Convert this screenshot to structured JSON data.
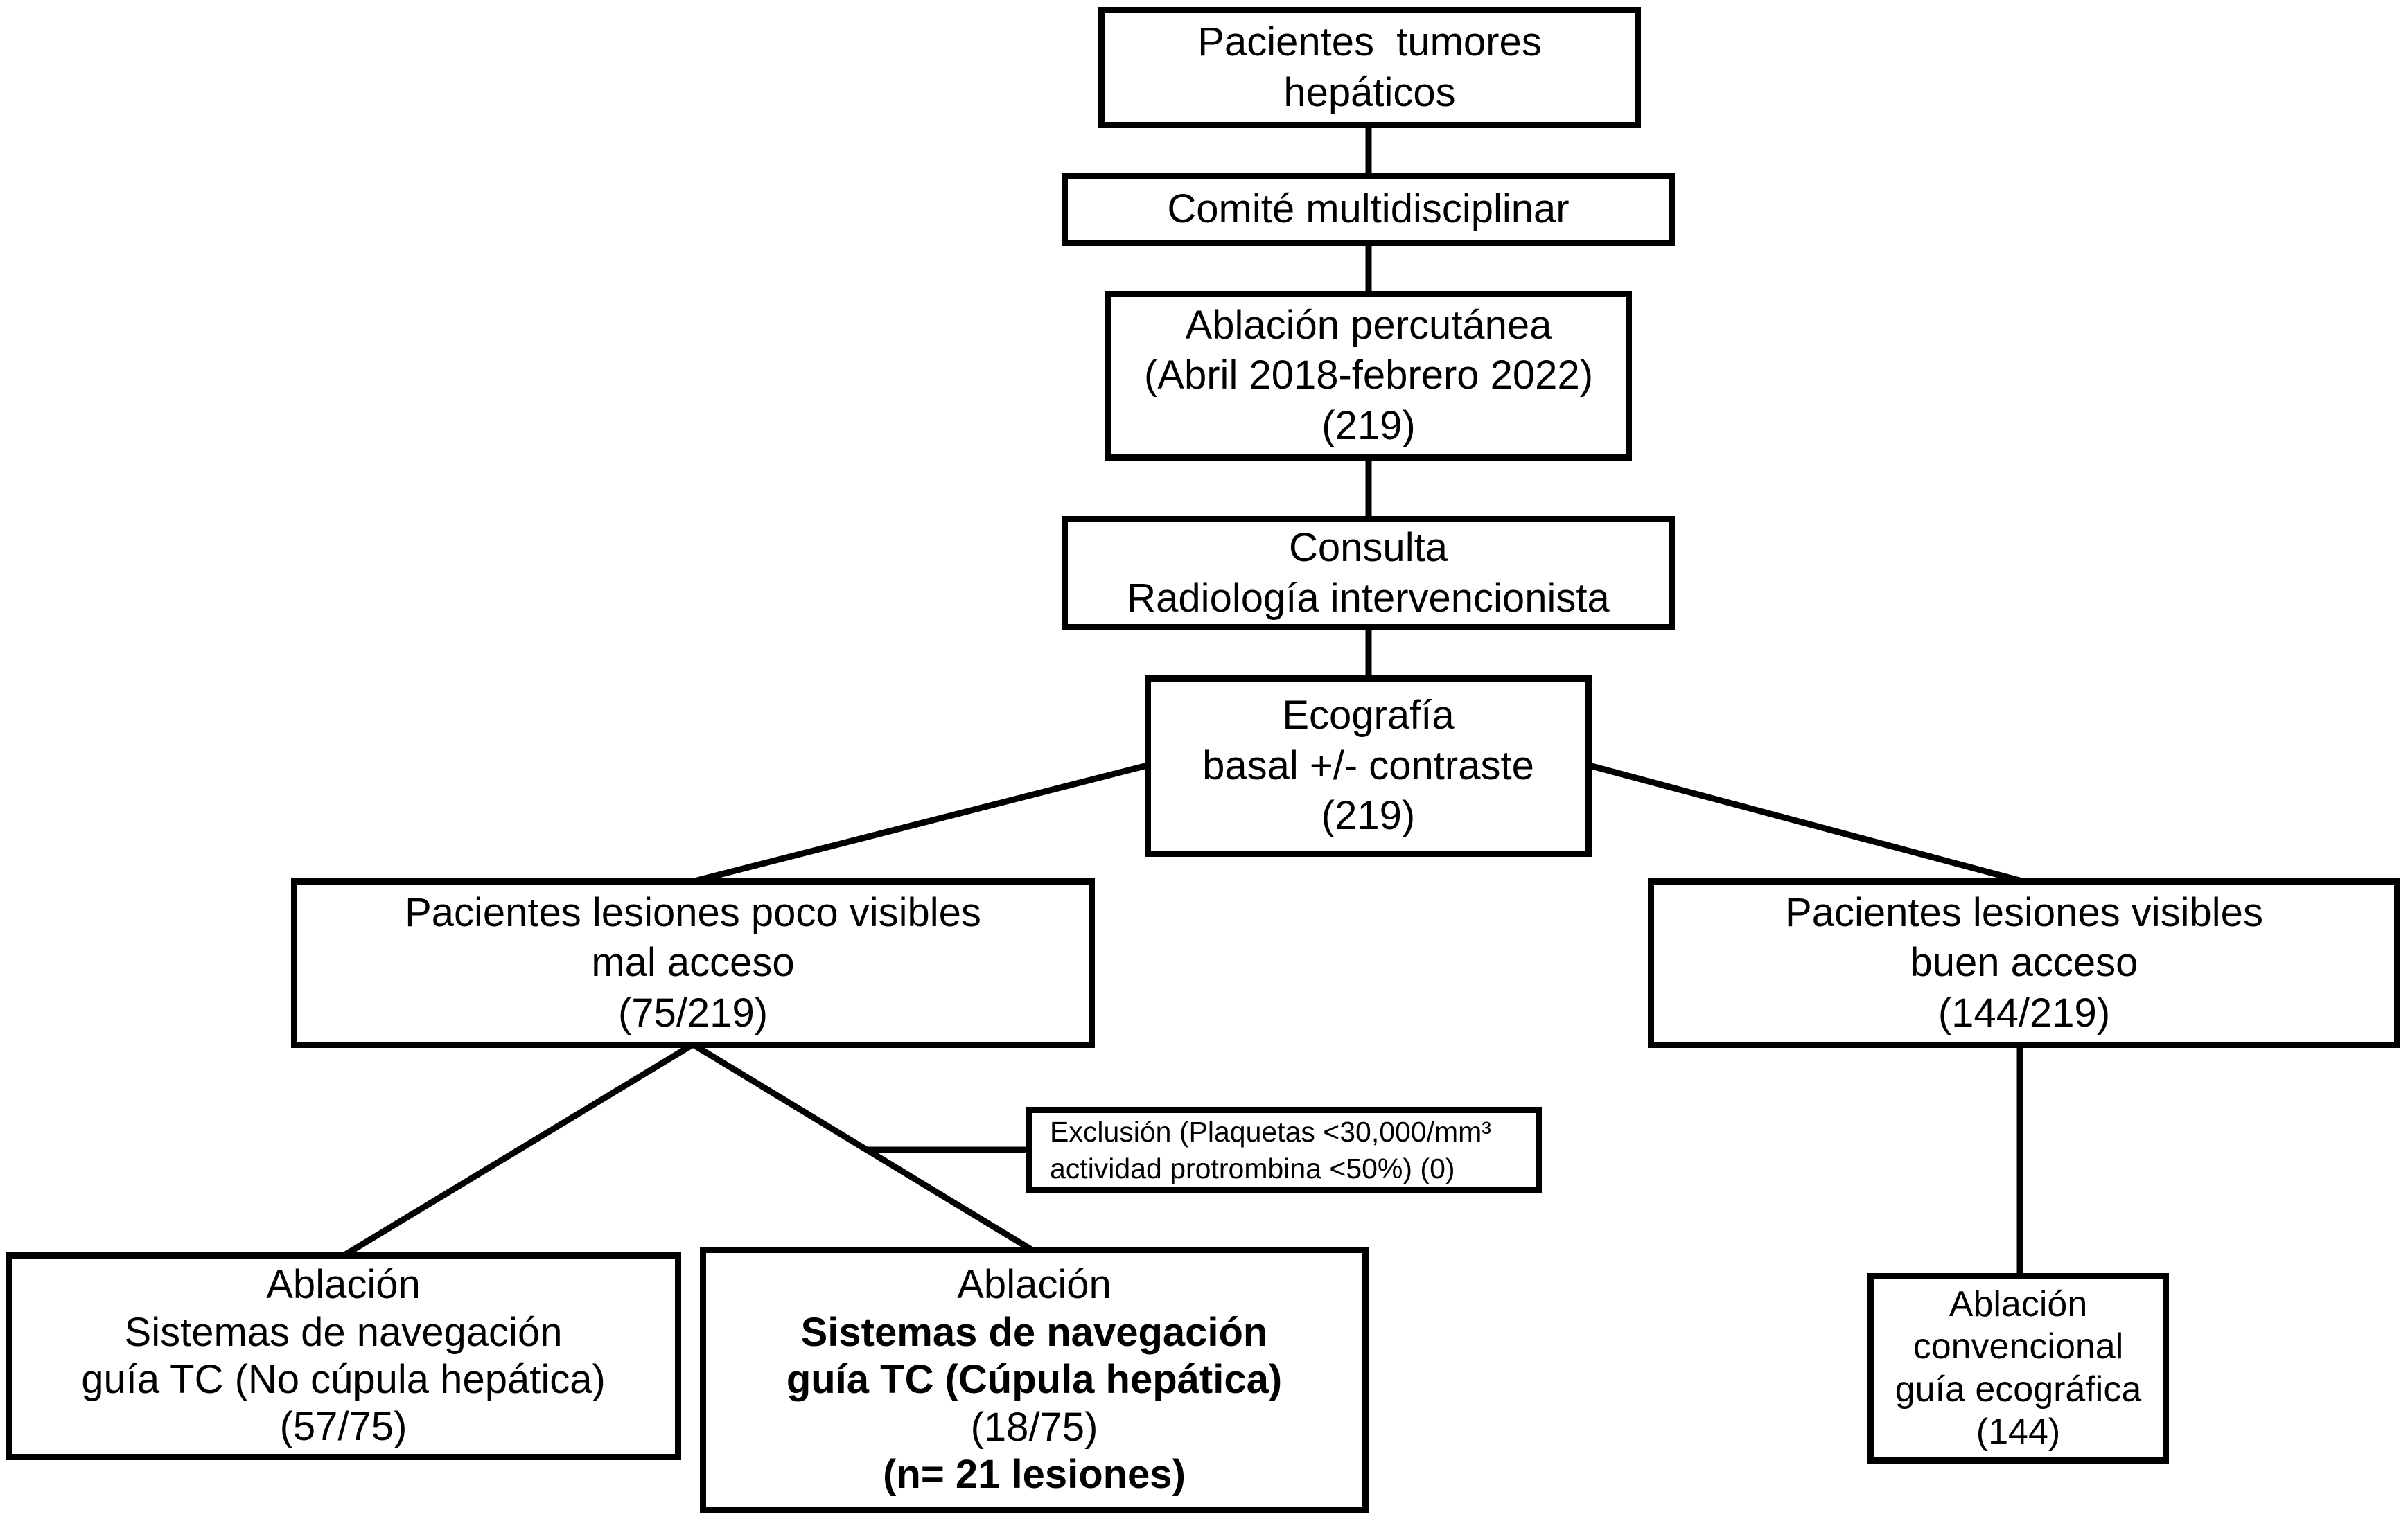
{
  "diagram": {
    "type": "flowchart",
    "language": "es",
    "colors": {
      "line": "#000000",
      "box_border": "#000000",
      "box_bg": "#ffffff",
      "page_bg": "#ffffff",
      "text": "#000000"
    },
    "nodes": {
      "root": {
        "lines": [
          "Pacientes  tumores",
          "hepáticos"
        ]
      },
      "comite": {
        "lines": [
          "Comité multidisciplinar"
        ]
      },
      "percutanea": {
        "lines": [
          "Ablación percutánea",
          "(Abril 2018-febrero 2022)",
          "(219)"
        ]
      },
      "consulta": {
        "lines": [
          "Consulta",
          "Radiología intervencionista"
        ]
      },
      "ecografia": {
        "lines": [
          "Ecografía",
          "basal +/- contraste",
          "(219)"
        ]
      },
      "poco_visibles": {
        "lines": [
          "Pacientes lesiones poco visibles",
          "mal acceso",
          "(75/219)"
        ]
      },
      "visibles": {
        "lines": [
          "Pacientes lesiones visibles",
          "buen acceso",
          "(144/219)"
        ]
      },
      "exclusion": {
        "lines": [
          "Exclusión (Plaquetas <30,000/mm³",
          "actividad protrombina <50%) (0)"
        ]
      },
      "nav_no_cupula": {
        "lines": [
          "Ablación",
          "Sistemas de navegación",
          "guía TC (No cúpula hepática)",
          "(57/75)"
        ]
      },
      "nav_cupula": {
        "lines": [
          "Ablación",
          "Sistemas de navegación",
          "guía TC (Cúpula hepática)",
          "(18/75)",
          "(n= 21 lesiones)"
        ]
      },
      "convencional": {
        "lines": [
          "Ablación",
          "convencional",
          "guía ecográfica",
          "(144)"
        ]
      }
    },
    "edges": [
      "root -> comite",
      "comite -> percutanea",
      "percutanea -> consulta",
      "consulta -> ecografia",
      "ecografia -> poco_visibles",
      "ecografia -> visibles",
      "poco_visibles -> nav_no_cupula",
      "poco_visibles -> nav_cupula",
      "poco_visibles -> exclusion",
      "visibles -> convencional"
    ]
  }
}
